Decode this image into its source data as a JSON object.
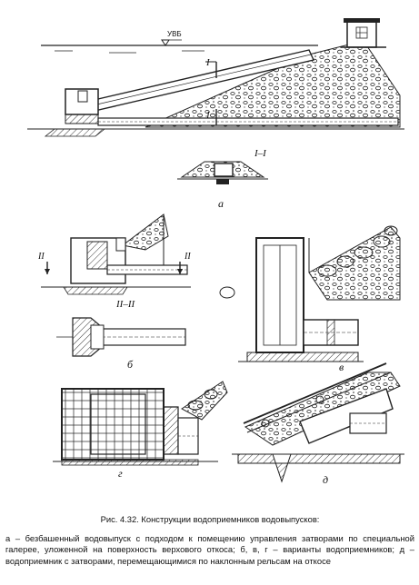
{
  "drawing": {
    "uvb_label": "УВБ",
    "section_mark_top": "I",
    "section_mark_bottom": "I",
    "section_title": "I–I",
    "section_mark_b_left": "II",
    "section_mark_b_right": "II",
    "section_title_b": "II–II",
    "panel_labels": {
      "a": "а",
      "b": "б",
      "v": "в",
      "g": "г",
      "d": "д"
    }
  },
  "caption": {
    "title": "Рис. 4.32. Конструкции водоприемников водовыпусков:",
    "body": "а – безбашенный водовыпуск с подходом к помещению управления затворами по специальной галерее, уложенной на поверхность верхового откоса; б, в, г – варианты водоприемников; д – водоприемник с затворами, перемещающимися по наклонным рельсам на откосе"
  }
}
